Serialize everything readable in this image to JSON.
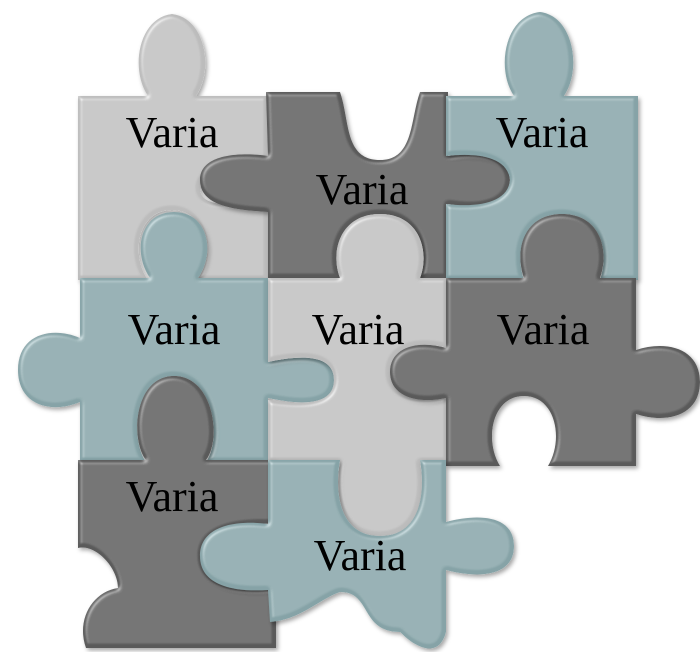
{
  "colors": {
    "light_gray": "#bcbcbc",
    "dark_gray": "#5a5a5a",
    "teal": "#86a3a7"
  },
  "pieces": [
    {
      "name": "piece-top-left",
      "label": "Varia",
      "color": "light_gray"
    },
    {
      "name": "piece-top-center",
      "label": "Varia",
      "color": "dark_gray"
    },
    {
      "name": "piece-top-right",
      "label": "Varia",
      "color": "teal"
    },
    {
      "name": "piece-middle-left",
      "label": "Varia",
      "color": "teal"
    },
    {
      "name": "piece-middle-center",
      "label": "Varia",
      "color": "light_gray"
    },
    {
      "name": "piece-middle-right",
      "label": "Varia",
      "color": "dark_gray"
    },
    {
      "name": "piece-bottom-left",
      "label": "Varia",
      "color": "dark_gray"
    },
    {
      "name": "piece-bottom-center",
      "label": "Varia",
      "color": "teal"
    }
  ]
}
